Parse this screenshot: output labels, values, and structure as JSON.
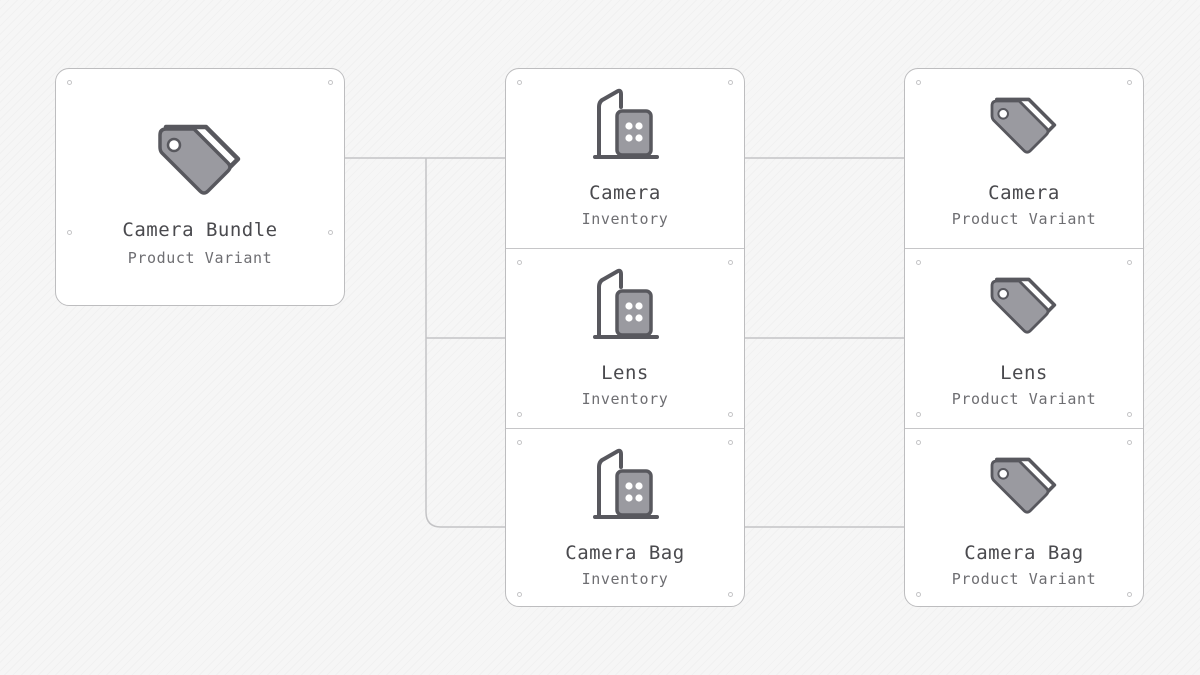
{
  "colors": {
    "background": "#f6f6f6",
    "card": "#ffffff",
    "border": "#bdbdbf",
    "icon_fill": "#9a9aa0",
    "icon_stroke": "#58585e",
    "title_text": "#4a4a4e",
    "subtitle_text": "#6e6e72",
    "connector": "#c4c4c6"
  },
  "bundle": {
    "icon": "price-tag-icon",
    "title": "Camera Bundle",
    "subtitle": "Product Variant"
  },
  "inventory_items": [
    {
      "icon": "warehouse-building-icon",
      "title": "Camera",
      "subtitle": "Inventory"
    },
    {
      "icon": "warehouse-building-icon",
      "title": "Lens",
      "subtitle": "Inventory"
    },
    {
      "icon": "warehouse-building-icon",
      "title": "Camera Bag",
      "subtitle": "Inventory"
    }
  ],
  "variant_items": [
    {
      "icon": "price-tag-icon",
      "title": "Camera",
      "subtitle": "Product Variant"
    },
    {
      "icon": "price-tag-icon",
      "title": "Lens",
      "subtitle": "Product Variant"
    },
    {
      "icon": "price-tag-icon",
      "title": "Camera Bag",
      "subtitle": "Product Variant"
    }
  ]
}
